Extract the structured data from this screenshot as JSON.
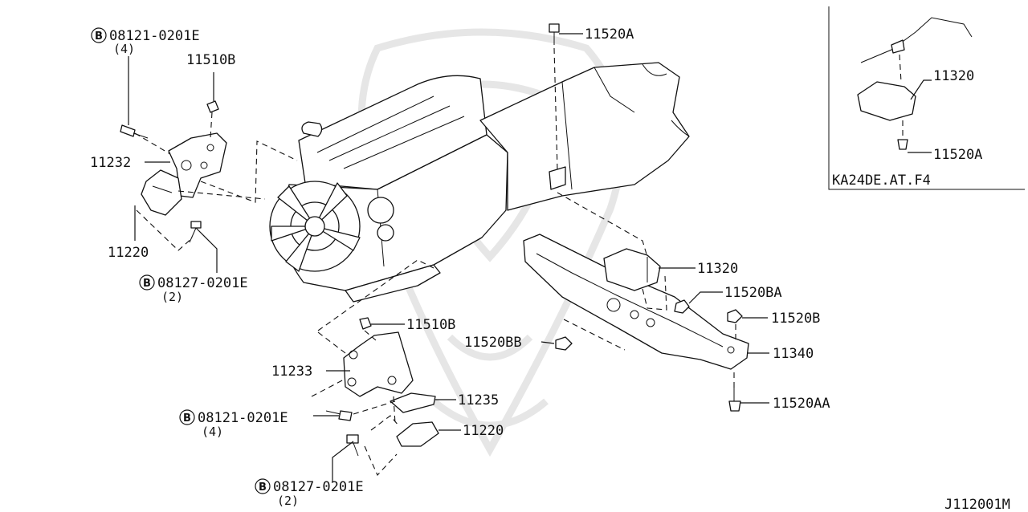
{
  "diagram_code": "J112001M",
  "inset_label": "KA24DE.AT.F4",
  "bolt_symbol": "B",
  "callouts": {
    "b08121_top": {
      "part": "08121-0201E",
      "qty": "(4)"
    },
    "p11510B_top": {
      "part": "11510B"
    },
    "p11232": {
      "part": "11232"
    },
    "p11220_top": {
      "part": "11220"
    },
    "b08127_top": {
      "part": "08127-0201E",
      "qty": "(2)"
    },
    "p11520A_top": {
      "part": "11520A"
    },
    "p11320": {
      "part": "11320"
    },
    "p11520BA": {
      "part": "11520BA"
    },
    "p11520B": {
      "part": "11520B"
    },
    "p11520BB": {
      "part": "11520BB"
    },
    "p11340": {
      "part": "11340"
    },
    "p11520AA": {
      "part": "11520AA"
    },
    "p11510B_bottom": {
      "part": "11510B"
    },
    "p11233": {
      "part": "11233"
    },
    "p11235": {
      "part": "11235"
    },
    "b08121_bottom": {
      "part": "08121-0201E",
      "qty": "(4)"
    },
    "p11220_bottom": {
      "part": "11220"
    },
    "b08127_bottom": {
      "part": "08127-0201E",
      "qty": "(2)"
    },
    "inset_11320": {
      "part": "11320"
    },
    "inset_11520A": {
      "part": "11520A"
    }
  }
}
